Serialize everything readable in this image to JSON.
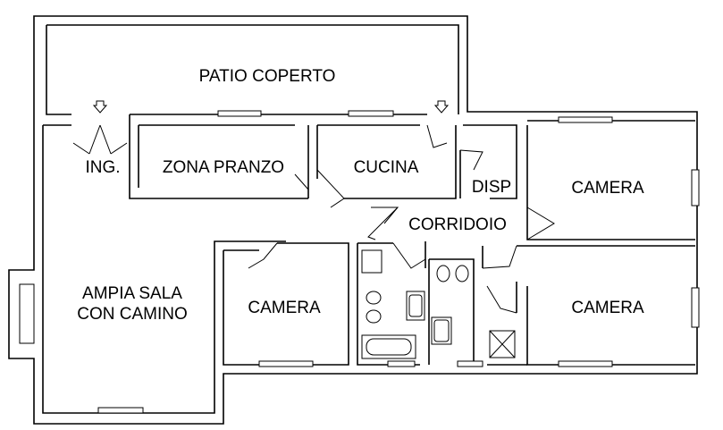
{
  "rooms": {
    "patio": "PATIO COPERTO",
    "ingresso": "ING.",
    "zona_pranzo": "ZONA PRANZO",
    "cucina": "CUCINA",
    "disp": "DISP",
    "camera_top_right": "CAMERA",
    "corridoio": "CORRIDOIO",
    "sala_line1": "AMPIA SALA",
    "sala_line2": "CON CAMINO",
    "camera_middle": "CAMERA",
    "camera_bottom_right": "CAMERA"
  },
  "icons": {
    "entry_arrow": "down-arrow-icon"
  }
}
